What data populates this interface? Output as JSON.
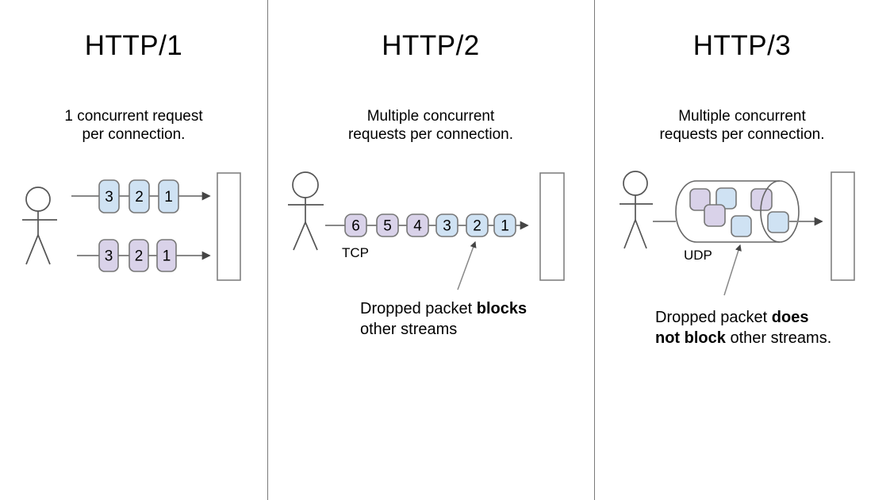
{
  "colors": {
    "packet_blue": "#cfe2f3",
    "packet_purple": "#d9d2e9",
    "packet_border": "#777777",
    "line": "#888888",
    "arrowhead": "#454545",
    "actor": "#555555",
    "server_border": "#808080",
    "tube": "#666666",
    "divider": "#7a7a7a",
    "text": "#000000"
  },
  "columns": [
    {
      "title": "HTTP/1",
      "subtitle": [
        "1 concurrent request",
        "per connection."
      ]
    },
    {
      "title": "HTTP/2",
      "subtitle": [
        "Multiple concurrent",
        "requests per connection."
      ],
      "protocol": "TCP",
      "annotation": [
        [
          {
            "t": "Dropped packet ",
            "b": false
          },
          {
            "t": "blocks",
            "b": true
          }
        ],
        [
          {
            "t": "other streams",
            "b": false
          }
        ]
      ]
    },
    {
      "title": "HTTP/3",
      "subtitle": [
        "Multiple concurrent",
        "requests per connection."
      ],
      "protocol": "UDP",
      "annotation": [
        [
          {
            "t": "Dropped packet ",
            "b": false
          },
          {
            "t": "does",
            "b": true
          }
        ],
        [
          {
            "t": "not block",
            "b": true
          },
          {
            "t": " other streams.",
            "b": false
          }
        ]
      ]
    }
  ],
  "http1": {
    "rows": [
      {
        "labels": [
          "3",
          "2",
          "1"
        ],
        "color": "blue"
      },
      {
        "labels": [
          "3",
          "2",
          "1"
        ],
        "color": "purple"
      }
    ]
  },
  "http2": {
    "packets": [
      {
        "label": "6",
        "color": "purple"
      },
      {
        "label": "5",
        "color": "purple"
      },
      {
        "label": "4",
        "color": "purple"
      },
      {
        "label": "3",
        "color": "blue"
      },
      {
        "label": "2",
        "color": "blue"
      },
      {
        "label": "1",
        "color": "blue"
      }
    ]
  },
  "http3": {
    "packets": [
      "purple",
      "blue",
      "purple",
      "purple",
      "blue",
      "blue"
    ]
  }
}
